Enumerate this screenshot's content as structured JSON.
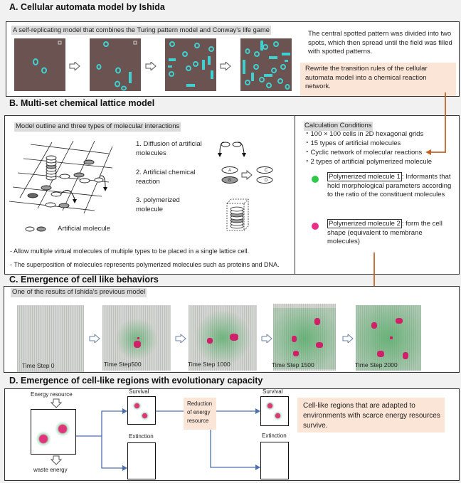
{
  "colors": {
    "background": "#f1f1f1",
    "panel_border": "#333333",
    "highlight": "#dcdcdc",
    "peach": "#fbe5d6",
    "connector_orange": "#c0652a",
    "flow_blue": "#4f6fad",
    "ca_background": "#6b5352",
    "ca_spot": "#3fd0d0",
    "green_dot": "#2ec94a",
    "pink_dot": "#e8308a"
  },
  "section_a": {
    "title": "A. Cellular automata model by Ishida",
    "subtitle": "A self-replicating model that combines the Turing pattern model and Conway's life game",
    "description": "The central spotted pattern was divided into two spots, which then spread until the field was filled with spotted patterns.",
    "callout": "Rewrite the transition rules of the cellular automata model into a chemical reaction network.",
    "images": [
      "ca-frame-1",
      "ca-frame-2",
      "ca-frame-3",
      "ca-frame-4"
    ]
  },
  "section_b": {
    "title": "B. Multi-set chemical lattice model",
    "outline_heading": "Model outline and three types of molecular interactions",
    "interactions": [
      {
        "label": "1. Diffusion of artificial molecules"
      },
      {
        "label": "2. Artificial chemical reaction"
      },
      {
        "label": "3. polymerized molecule"
      }
    ],
    "reaction_labels": {
      "a": "A",
      "b": "B",
      "c": "C",
      "d": "D"
    },
    "legend_label": "Artificial molecule",
    "notes": [
      "- Allow multiple virtual molecules of multiple types to be placed in a single lattice cell.",
      "- The superposition of molecules represents polymerized molecules such as proteins and DNA."
    ],
    "conditions_heading": "Calculation Conditions",
    "conditions": [
      "・100 × 100 cells in 2D hexagonal grids",
      "・15 types of artificial molecules",
      "・Cyclic network of molecular reactions",
      "・2 types of artificial polymerized molecule"
    ],
    "polymers": [
      {
        "name": "Polymerized molecule 1",
        "desc": ": Informants that hold morphological parameters according to the ratio of the constituent molecules",
        "color": "green"
      },
      {
        "name": "Polymerized molecule 2",
        "desc": ": form the cell shape (equivalent to membrane molecules)",
        "color": "pink"
      }
    ]
  },
  "section_c": {
    "title": "C. Emergence of cell like behaviors",
    "subtitle": "One of the results of Ishida's previous model",
    "frames": [
      {
        "label": "Time Step 0"
      },
      {
        "label": "Time Step500"
      },
      {
        "label": "Time Step 1000"
      },
      {
        "label": "Time Step 1500"
      },
      {
        "label": "Time Step 2000"
      }
    ]
  },
  "section_d": {
    "title": "D. Emergence of cell-like regions with evolutionary capacity",
    "energy_in": "Energy resource",
    "energy_out": "waste energy",
    "survival": "Survival",
    "extinction": "Extinction",
    "reduction": "Reduction of energy resource",
    "conclusion": "Cell-like regions that are adapted to environments with scarce energy resources survive."
  }
}
